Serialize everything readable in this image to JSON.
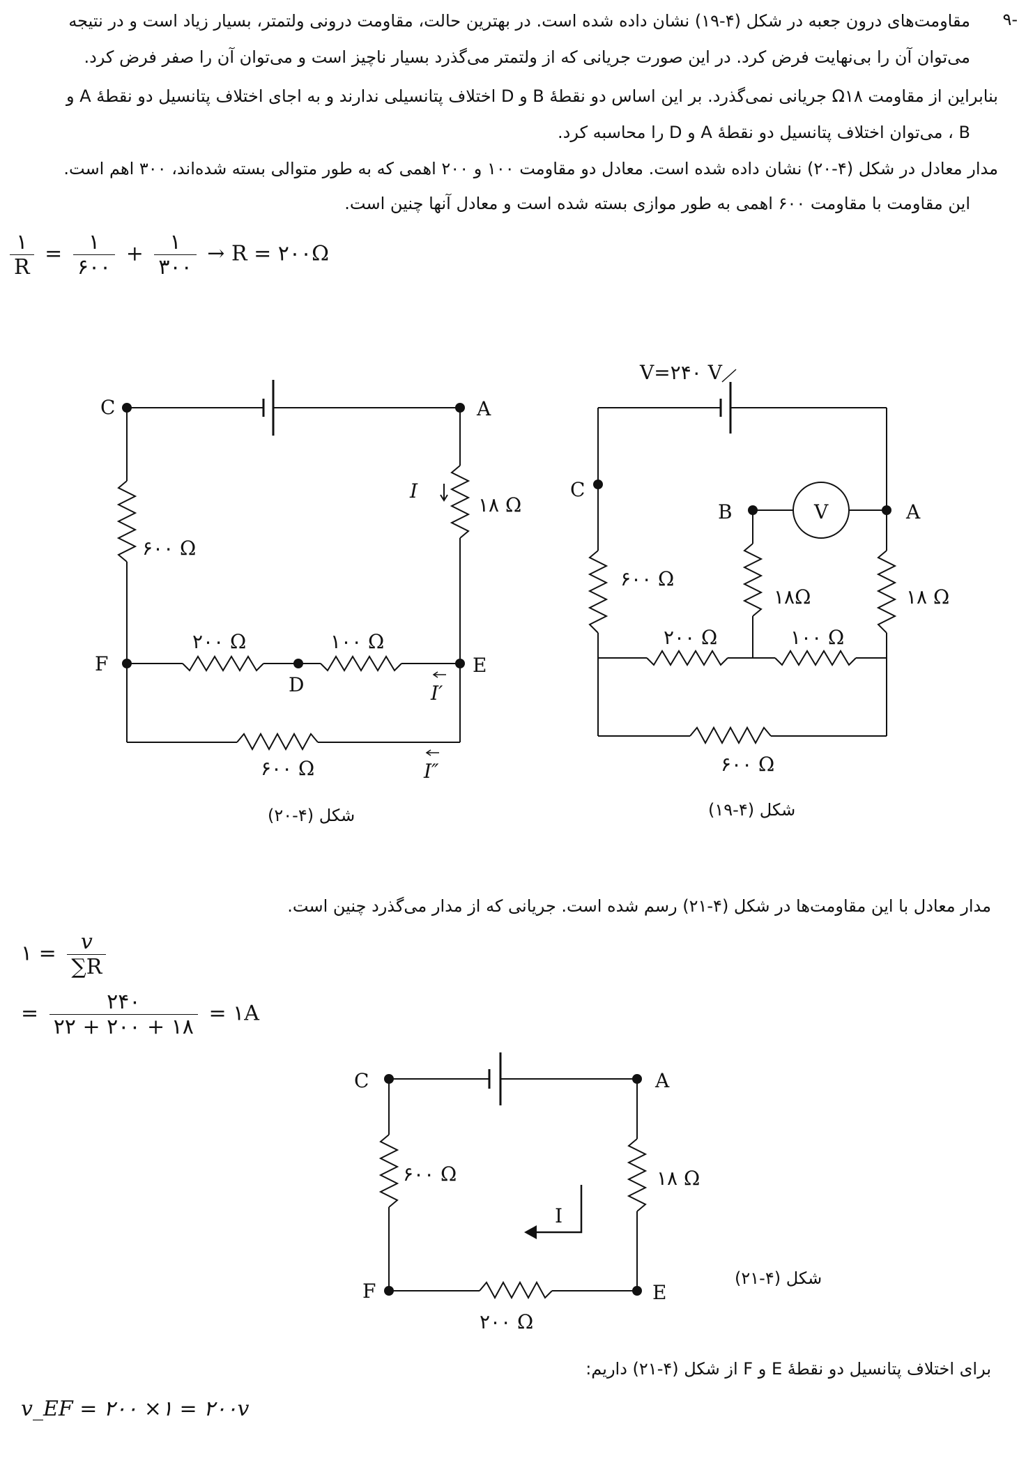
{
  "problem_number": "-۹",
  "para1": [
    "مقاومت‌های درون جعبه در شکل (۴-۱۹) نشان داده شده است. در بهترین حالت، مقاومت درونی ولتمتر، بسیار زیاد است و در نتیجه",
    "می‌توان آن را بی‌نهایت فرض کرد. در این صورت جریانی که از ولتمتر می‌گذرد بسیار ناچیز است و می‌توان آن را صفر فرض کرد.",
    "بنابراین از مقاومت Ω۱۸ جریانی نمی‌گذرد. بر این اساس دو نقطهٔ B و D اختلاف پتانسیلی ندارند و به اجای اختلاف پتانسیل دو نقطهٔ A و",
    "B ، می‌توان اختلاف پتانسیل دو نقطهٔ A و D را محاسبه کرد.",
    "مدار معادل در شکل (۴-۲۰) نشان داده شده است. معادل دو مقاومت ۱۰۰ و ۲۰۰ اهمی که به طور متوالی بسته شده‌اند، ۳۰۰ اهم است.",
    "این مقاومت با مقاومت ۶۰۰ اهمی به طور موازی بسته شده است و معادل آنها چنین است."
  ],
  "eq1": {
    "lhs_num": "۱",
    "lhs_den": "R",
    "t1_num": "۱",
    "t1_den": "۶۰۰",
    "t2_num": "۱",
    "t2_den": "۳۰۰",
    "result": "→ R = ۲۰۰Ω"
  },
  "fig20": {
    "caption": "شکل (۴-۲۰)",
    "nodes": {
      "C": "C",
      "A": "A",
      "F": "F",
      "E": "E",
      "D": "D"
    },
    "r_ca_left": "۶۰۰ Ω",
    "r_ae": "۱۸ Ω",
    "r_fd": "۲۰۰ Ω",
    "r_de": "۱۰۰ Ω",
    "r_bottom": "۶۰۰ Ω",
    "current_i": "I",
    "current_ip": "I′",
    "current_ipp": "I″"
  },
  "fig19": {
    "caption": "شکل (۴-۱۹)",
    "voltage": "V=۲۴۰ V",
    "nodes": {
      "C": "C",
      "B": "B",
      "A": "A"
    },
    "voltmeter": "V",
    "r_left": "۶۰۰ Ω",
    "r_mid": "۱۸Ω",
    "r_right": "۱۸ Ω",
    "r_200": "۲۰۰ Ω",
    "r_100": "۱۰۰ Ω",
    "r_bottom": "۶۰۰ Ω"
  },
  "para2": "مدار معادل با این مقاومت‌ها در شکل (۴-۲۱) رسم شده است. جریانی که از مدار می‌گذرد چنین است.",
  "eq2": {
    "lhs": "۱ =",
    "num": "v",
    "den": "∑R",
    "eq": "=",
    "num2": "۲۴۰",
    "den2": "۲۲ + ۲۰۰ + ۱۸",
    "result": "= ۱A"
  },
  "fig21": {
    "caption": "شکل (۴-۲۱)",
    "nodes": {
      "C": "C",
      "A": "A",
      "F": "F",
      "E": "E"
    },
    "r_left": "۶۰۰ Ω",
    "r_right": "۱۸ Ω",
    "r_bottom": "۲۰۰ Ω",
    "current": "I"
  },
  "para3": "برای اختلاف پتانسیل دو نقطهٔ E و F از شکل (۴-۲۱) داریم:",
  "eq3": "v_EF = ۲۰۰ ×۱ = ۲۰۰v"
}
